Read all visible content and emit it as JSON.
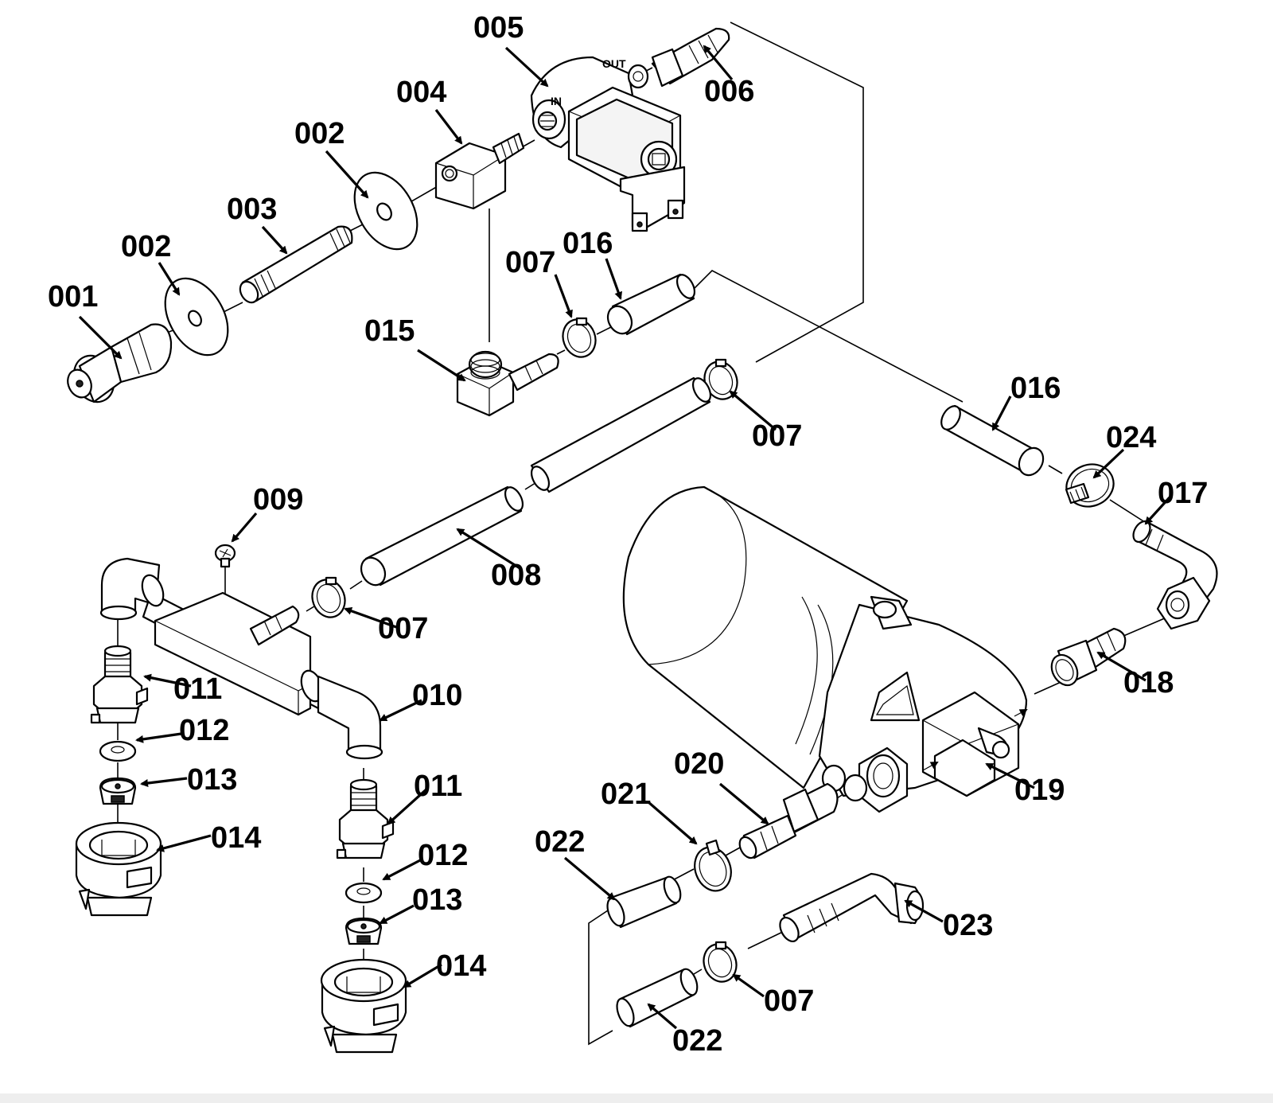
{
  "labels": {
    "p001": "001",
    "p002a": "002",
    "p002b": "002",
    "p003": "003",
    "p004": "004",
    "p005": "005",
    "p006": "006",
    "p007a": "007",
    "p007b": "007",
    "p007c": "007",
    "p007d": "007",
    "p008": "008",
    "p009": "009",
    "p010": "010",
    "p011a": "011",
    "p011b": "011",
    "p012a": "012",
    "p012b": "012",
    "p013a": "013",
    "p013b": "013",
    "p014a": "014",
    "p014b": "014",
    "p015": "015",
    "p016a": "016",
    "p016b": "016",
    "p017": "017",
    "p018": "018",
    "p019": "019",
    "p020": "020",
    "p021": "021",
    "p022a": "022",
    "p022b": "022",
    "p023": "023",
    "p024": "024"
  },
  "valve_markings": {
    "out": "OUT",
    "in": "IN"
  }
}
